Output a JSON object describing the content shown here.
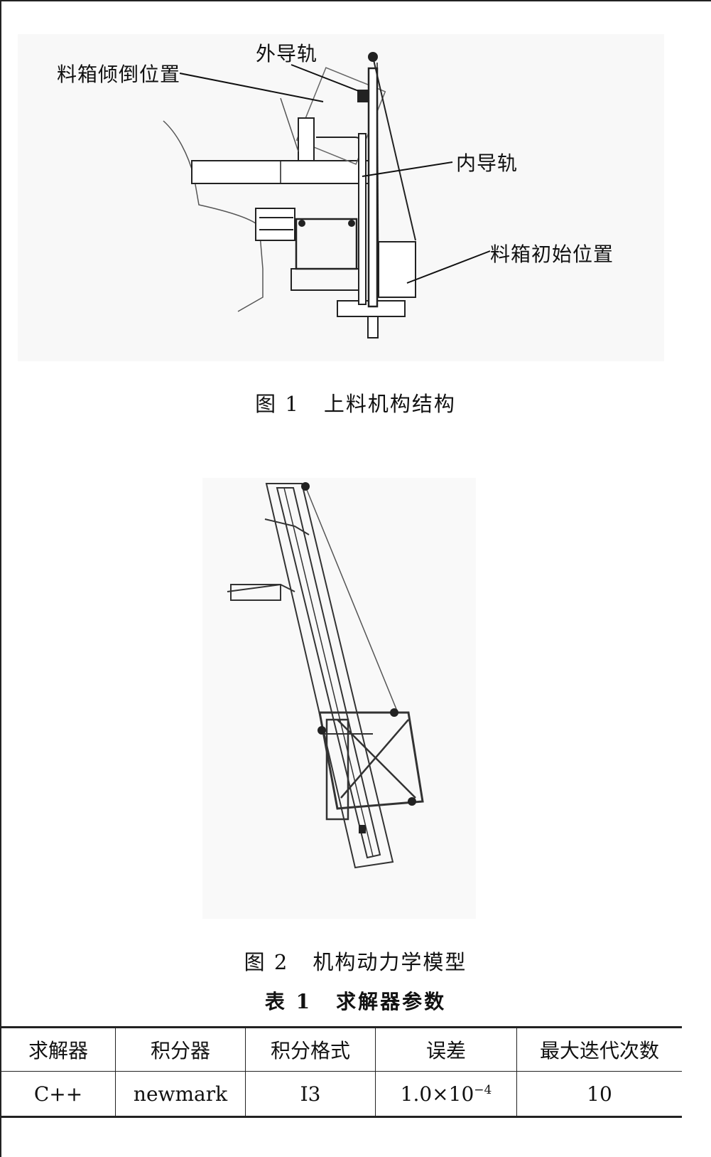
{
  "figure1": {
    "labels": {
      "tilt_position": "料箱倾倒位置",
      "outer_rail": "外导轨",
      "inner_rail": "内导轨",
      "initial_position": "料箱初始位置"
    },
    "caption_num": "图 1",
    "caption_text": "上料机构结构"
  },
  "figure2": {
    "caption_num": "图 2",
    "caption_text": "机构动力学模型"
  },
  "table1": {
    "title_num": "表 1",
    "title_text": "求解器参数",
    "headers": [
      "求解器",
      "积分器",
      "积分格式",
      "误差",
      "最大迭代次数"
    ],
    "row": [
      "C++",
      "newmark",
      "I3",
      "1.0×10",
      "10"
    ],
    "error_exponent": "−4"
  }
}
